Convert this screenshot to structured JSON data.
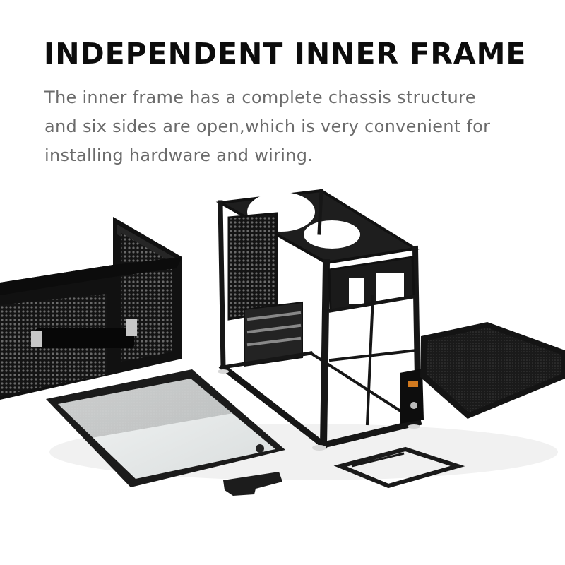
{
  "headline": "INDEPENDENT INNER FRAME",
  "description_lines": [
    "The inner frame has a complete chassis structure",
    "and six sides are open,which is very convenient for",
    "installing hardware and wiring."
  ],
  "colors": {
    "background": "#ffffff",
    "title": "#0c0c0c",
    "body_text": "#6b6b6b",
    "metal": "#161616"
  }
}
